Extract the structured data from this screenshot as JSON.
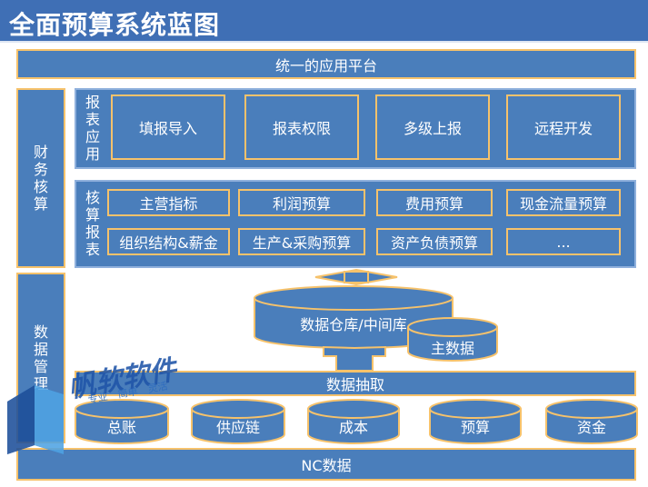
{
  "title": "全面预算系统蓝图",
  "platform": "统一的应用平台",
  "sides": {
    "finance": "财务核算",
    "data_mgmt": "数据管理"
  },
  "report_app": {
    "label": "报表应用",
    "items": [
      "填报导入",
      "报表权限",
      "多级上报",
      "远程开发"
    ]
  },
  "accounting": {
    "label": "核算报表",
    "rows": [
      [
        "主营指标",
        "利润预算",
        "费用预算",
        "现金流量预算"
      ],
      [
        "组织结构&薪金",
        "生产&采购预算",
        "资产负债预算",
        "..."
      ]
    ]
  },
  "warehouse": "数据仓库/中间库",
  "master_data": "主数据",
  "extract": "数据抽取",
  "sources": [
    "总账",
    "供应链",
    "成本",
    "预算",
    "资金"
  ],
  "nc": "NC数据",
  "watermark": {
    "brand": "帆软软件",
    "tagline": [
      "专业",
      "简单",
      "灵活"
    ]
  },
  "colors": {
    "fill": "#4a7ebb",
    "border": "#f6c26b",
    "title_bar": "#3f6fb5"
  }
}
